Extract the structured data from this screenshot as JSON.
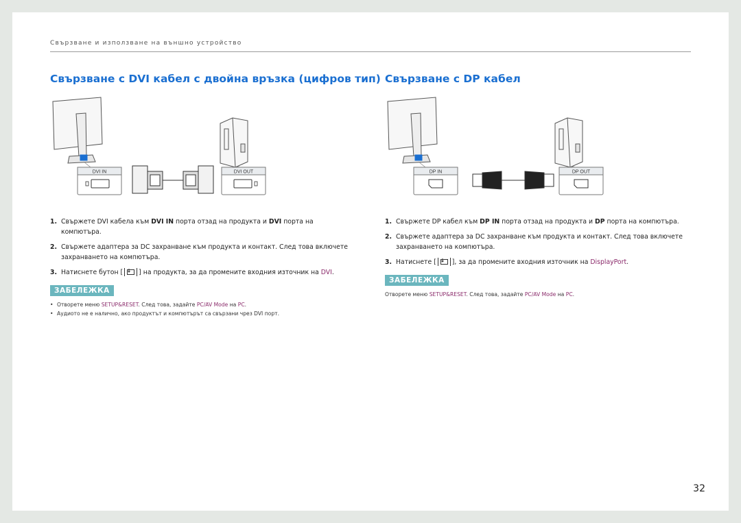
{
  "header": {
    "section": "Свързване и използване на външно устройство"
  },
  "left": {
    "title": "Свързване с DVI кабел с двойна връзка (цифров тип)",
    "port_in": "DVI IN",
    "port_out": "DVI OUT",
    "steps": [
      {
        "num": "1.",
        "pre": "Свържете DVI кабела към ",
        "bold1": "DVI IN",
        "mid": " порта отзад на продукта и ",
        "bold2": "DVI",
        "post": " порта на компютъра."
      },
      {
        "num": "2.",
        "text": "Свържете адаптера за DC захранване към продукта и контакт. След това включете захранването на компютъра."
      },
      {
        "num": "3.",
        "pre": "Натиснете бутон [",
        "post": "] на продукта, за да промените входния източник на ",
        "hl": "DVI",
        "end": "."
      }
    ],
    "note_label": "ЗАБЕЛЕЖКА",
    "notes": [
      {
        "pre": "Отворете меню ",
        "hl1": "SETUP&RESET",
        "mid": ". След това, задайте ",
        "hl2": "PC/AV Mode",
        "mid2": " на ",
        "hl3": "PC",
        "end": "."
      },
      {
        "text": "Аудиото не е налично, ако продуктът и компютърът са свързани чрез DVI порт."
      }
    ]
  },
  "right": {
    "title": "Свързване с DP кабел",
    "port_in": "DP IN",
    "port_out": "DP OUT",
    "steps": [
      {
        "num": "1.",
        "pre": "Свържете DP кабел към ",
        "bold1": "DP IN",
        "mid": " порта отзад на продукта и ",
        "bold2": "DP",
        "post": " порта на компютъра."
      },
      {
        "num": "2.",
        "text": "Свържете адаптера за DC захранване към продукта и контакт. След това включете захранването на компютъра."
      },
      {
        "num": "3.",
        "pre": "Натиснете [",
        "post": "], за да промените входния източник на ",
        "hl": "DisplayPort",
        "end": "."
      }
    ],
    "note_label": "ЗАБЕЛЕЖКА",
    "notes": [
      {
        "pre": "Отворете меню ",
        "hl1": "SETUP&RESET",
        "mid": ". След това, задайте ",
        "hl2": "PC/AV Mode",
        "mid2": " на ",
        "hl3": "PC",
        "end": "."
      }
    ]
  },
  "page_number": "32",
  "colors": {
    "title": "#1a6fd1",
    "highlight": "#8a2a6a",
    "note_badge": "#6bb6be"
  },
  "icons": {
    "source_button": "source-icon"
  }
}
